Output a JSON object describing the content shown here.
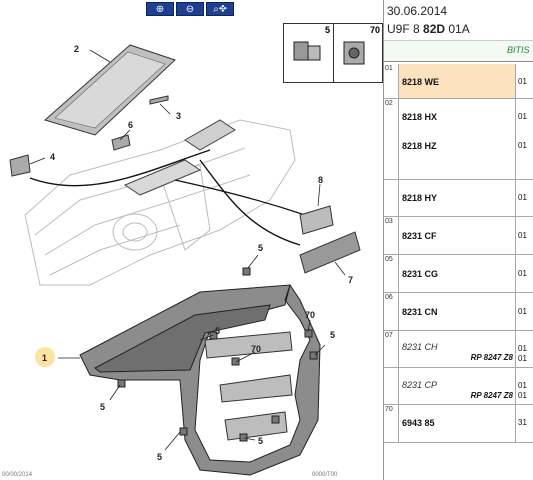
{
  "toolbar": {
    "buttons": [
      {
        "name": "zoom-in",
        "glyph": "⊕"
      },
      {
        "name": "zoom-out",
        "glyph": "⊖"
      },
      {
        "name": "zoom-move",
        "glyph": "⌕✥"
      }
    ]
  },
  "diagram": {
    "callouts": [
      "1",
      "2",
      "3",
      "4",
      "5",
      "5",
      "5",
      "5",
      "6",
      "7",
      "8",
      "70",
      "70"
    ],
    "thumbnails": [
      {
        "label": "5"
      },
      {
        "label": "70"
      }
    ],
    "footer_left": "00/00/2014",
    "footer_right": "0000/T00"
  },
  "header": {
    "date": "30.06.2014",
    "code_prefix": "U9F 8 ",
    "code_bold": "82D",
    "code_suffix": " 01A",
    "banner_text": "BITIS"
  },
  "parts": [
    {
      "idx": "01",
      "code": "8218 WE",
      "qty": "01",
      "selected": true
    },
    {
      "idx": "02",
      "code": "8218 HX",
      "code2": "8218 HZ",
      "qty": "01",
      "qty2": "01"
    },
    {
      "idx": "",
      "code": "8218 HY",
      "qty": "01"
    },
    {
      "idx": "03",
      "code": "8231 CF",
      "qty": "01"
    },
    {
      "idx": "05",
      "code": "8231 CG",
      "qty": "01"
    },
    {
      "idx": "06",
      "code": "8231 CN",
      "qty": "01"
    },
    {
      "idx": "07",
      "code": "8231 CH",
      "qty": "01",
      "rp": "RP 8247 Z8",
      "qty2": "01",
      "italic": true
    },
    {
      "idx": "",
      "code": "8231 CP",
      "qty": "01",
      "rp": "RP 8247 Z8",
      "qty2": "01",
      "italic": true
    },
    {
      "idx": "70",
      "code": "6943 85",
      "qty": "31"
    }
  ]
}
